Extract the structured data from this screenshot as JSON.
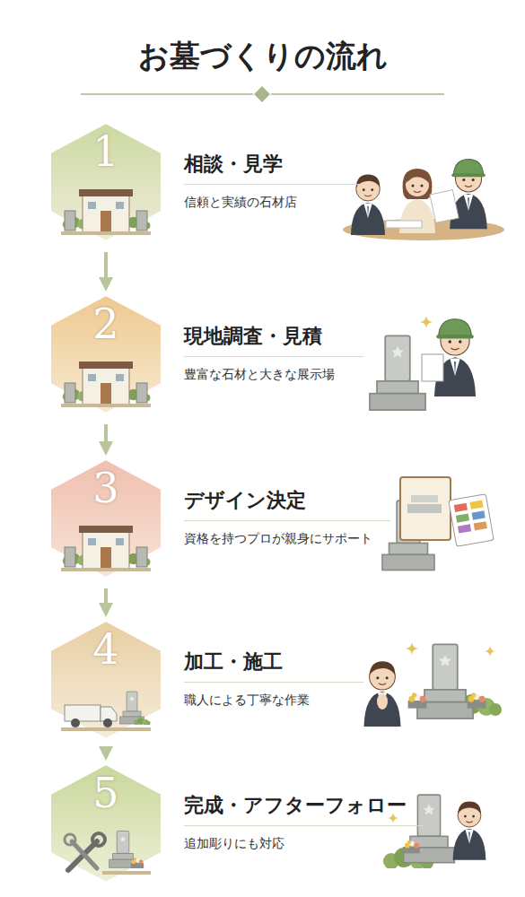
{
  "diagram": {
    "title": "お墓づくりの流れ",
    "nodes": [
      {
        "text": [
          "1",
          "相談・見学",
          "信頼と実績の石材店"
        ]
      },
      {
        "text": [
          "2",
          "現地調査・見積",
          "豊富な石材と大きな展示場"
        ]
      },
      {
        "text": [
          "3",
          "デザイン決定",
          "資格を持つプロが親身にサポート"
        ]
      },
      {
        "text": [
          "4",
          "加工・施工",
          "職人による丁寧な作業"
        ]
      },
      {
        "text": [
          "5",
          "完成・アフターフォロー",
          "追加彫りにも対応"
        ]
      }
    ],
    "edges": [
      {
        "from": 0,
        "to": 1,
        "arrow": "to"
      },
      {
        "from": 1,
        "to": 2,
        "arrow": "to"
      },
      {
        "from": 2,
        "to": 3,
        "arrow": "to"
      },
      {
        "from": 3,
        "to": 4,
        "arrow": "to"
      }
    ]
  }
}
